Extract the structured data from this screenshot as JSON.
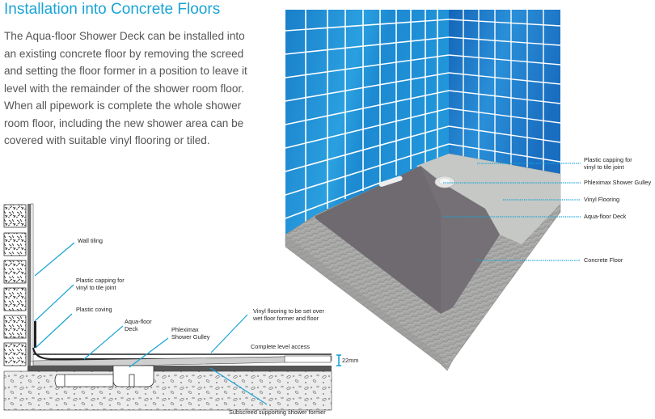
{
  "heading": "Installation into Concrete Floors",
  "paragraph_lines": [
    "The Aqua-floor Shower Deck can be installed into",
    "an existing concrete floor by removing the screed",
    "and setting the floor former in a position to leave it",
    "level with the remainder of the shower room floor.",
    "When all pipework is complete the whole shower",
    "room floor, including the new shower area can be",
    "covered with suitable vinyl flooring or tiled."
  ],
  "section_diagram": {
    "labels": {
      "wall_tiling": "Wall tiling",
      "capping_1": "Plastic capping for",
      "capping_2": "vinyl to tile joint",
      "coving": "Plastic coving",
      "deck_1": "Aqua-floor",
      "deck_2": "Deck",
      "gulley_1": "Phleximax",
      "gulley_2": "Shower Gulley",
      "vinyl_1": "Vinyl flooring to be set over",
      "vinyl_2": "wet floor former and floor",
      "level_access": "Complete level access",
      "dimension": "22mm",
      "subscreed": "Subscreed supporting shower former"
    }
  },
  "perspective_diagram": {
    "labels": {
      "capping_1": "Plastic capping for",
      "capping_2": "vinyl to tile joint",
      "gulley": "Phleximax Shower Gulley",
      "vinyl": "Vinyl Flooring",
      "deck": "Aqua-floor Deck",
      "concrete": "Concrete Floor"
    }
  },
  "colors": {
    "accent": "#1aa3d6",
    "leader": "#1aa3d6",
    "tile_blue": "#1f86cf",
    "deck_grey": "#6f6b70",
    "vinyl_grey": "#c4c7c4",
    "concrete_grey": "#a9aaa8"
  }
}
